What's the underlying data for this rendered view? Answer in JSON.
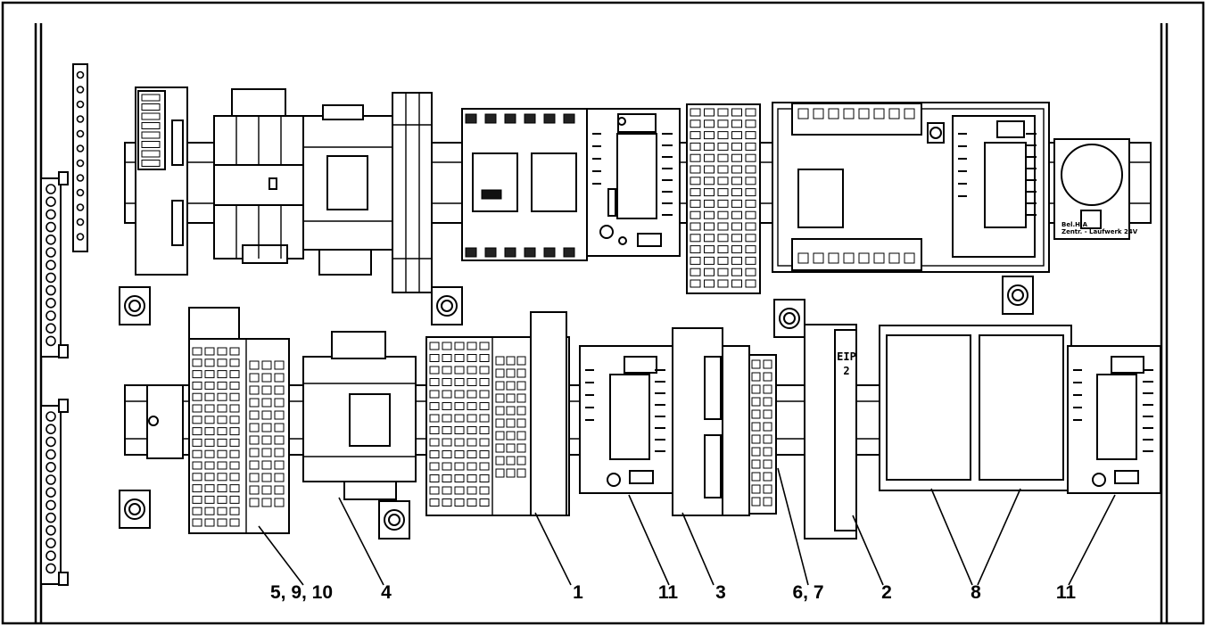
{
  "callouts": [
    {
      "id": "c5910",
      "text": "5, 9, 10"
    },
    {
      "id": "c4",
      "text": "4"
    },
    {
      "id": "c1",
      "text": "1"
    },
    {
      "id": "c11a",
      "text": "11"
    },
    {
      "id": "c3",
      "text": "3"
    },
    {
      "id": "c67",
      "text": "6, 7"
    },
    {
      "id": "c2",
      "text": "2"
    },
    {
      "id": "c8",
      "text": "8"
    },
    {
      "id": "c11b",
      "text": "11"
    }
  ],
  "module_text": {
    "eip_label": "EIP 2",
    "side_label_line1": "Bel.H.A",
    "side_label_line2": "Zentr. - Laufwerk 24V"
  }
}
